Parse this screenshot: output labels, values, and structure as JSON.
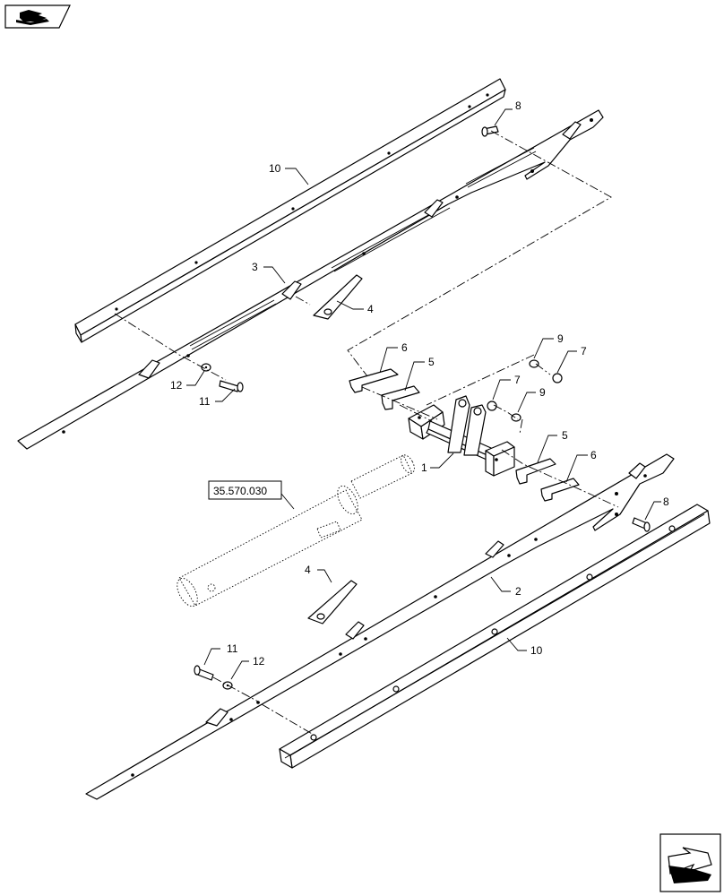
{
  "reference_link": "35.570.030",
  "callouts": {
    "c1": "1",
    "c2": "2",
    "c3": "3",
    "c4a": "4",
    "c4b": "4",
    "c5a": "5",
    "c5b": "5",
    "c6a": "6",
    "c6b": "6",
    "c7a": "7",
    "c7b": "7",
    "c8a": "8",
    "c8b": "8",
    "c9a": "9",
    "c9b": "9",
    "c10a": "10",
    "c10b": "10",
    "c11a": "11",
    "c11b": "11",
    "c12a": "12",
    "c12b": "12"
  },
  "icons": {
    "top_left": "book-hand-icon",
    "bottom_right": "next-page-arrow-icon"
  }
}
